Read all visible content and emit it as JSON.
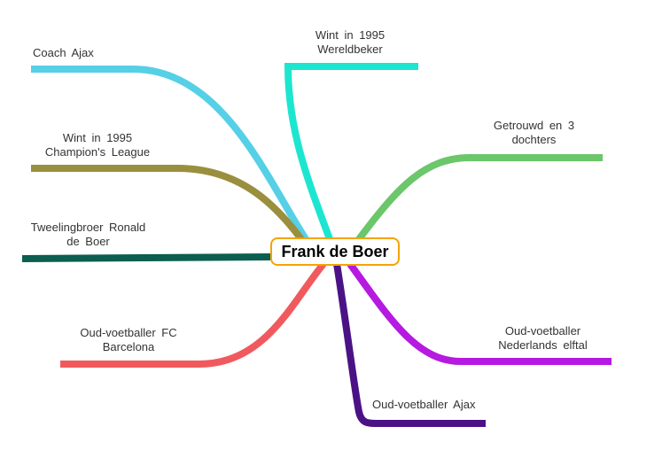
{
  "center": {
    "label": "Frank de Boer",
    "border_color": "#F5A300"
  },
  "branches": [
    {
      "label": "Coach Ajax",
      "color": "#55D0E6"
    },
    {
      "label": "Wint in 1995 Champion's League",
      "line1": "Wint in 1995",
      "line2": "Champion's League",
      "color": "#9A8F3E"
    },
    {
      "label": "Tweelingbroer Ronald de Boer",
      "line1": "Tweelingbroer Ronald",
      "line2": "de Boer",
      "color": "#0B5E50"
    },
    {
      "label": "Oud-voetballer FC Barcelona",
      "line1": "Oud-voetballer FC",
      "line2": "Barcelona",
      "color": "#F05A5E"
    },
    {
      "label": "Wint in 1995 Wereldbeker",
      "line1": "Wint in 1995",
      "line2": "Wereldbeker",
      "color": "#1DE6D0"
    },
    {
      "label": "Getrouwd en 3 dochters",
      "line1": "Getrouwd en 3",
      "line2": "dochters",
      "color": "#6CC66A"
    },
    {
      "label": "Oud-voetballer Nederlands elftal",
      "line1": "Oud-voetballer",
      "line2": "Nederlands elftal",
      "color": "#B619E0"
    },
    {
      "label": "Oud-voetballer Ajax",
      "color": "#4B1286"
    }
  ]
}
